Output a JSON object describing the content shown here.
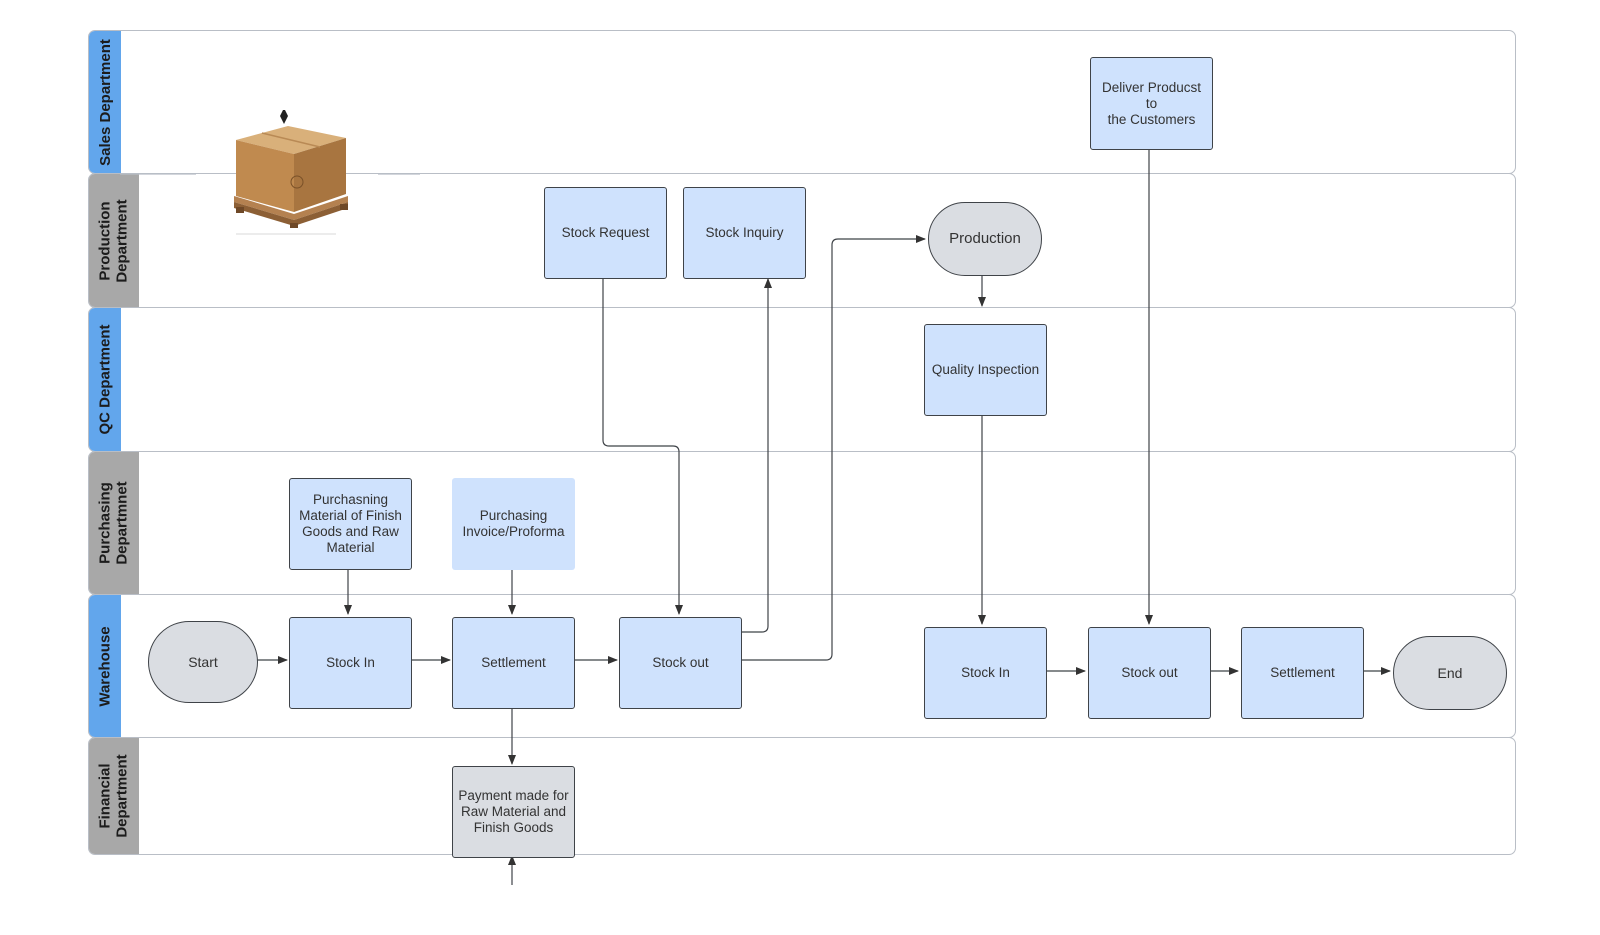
{
  "lanes": [
    {
      "id": "sales",
      "title": "Sales Department"
    },
    {
      "id": "production",
      "title": "Production\nDepartment"
    },
    {
      "id": "qc",
      "title": "QC Department"
    },
    {
      "id": "purchasing",
      "title": "Purchasing\nDepartmnet"
    },
    {
      "id": "warehouse",
      "title": "Warehouse"
    },
    {
      "id": "financial",
      "title": "Financial\nDepartment"
    }
  ],
  "nodes": {
    "deliver": "Deliver Producst to\nthe Customers",
    "stock_request": "Stock Request",
    "stock_inquiry": "Stock Inquiry",
    "production": "Production",
    "quality_inspection": "Quality Inspection",
    "purchasing_material": "Purchasning\nMaterial of Finish\nGoods and Raw\nMaterial",
    "purchasing_invoice": "Purchasing\nInvoice/Proforma",
    "start": "Start",
    "stock_in_1": "Stock In",
    "settlement_1": "Settlement",
    "stock_out_1": "Stock out",
    "stock_in_2": "Stock In",
    "stock_out_2": "Stock out",
    "settlement_2": "Settlement",
    "end": "End",
    "payment": "Payment made for\nRaw Material and\nFinish Goods"
  },
  "colors": {
    "blue_header": "#62a6ec",
    "gray_header": "#a8a8a8",
    "process_fill": "#cfe2fd",
    "terminal_fill": "#dadde2",
    "line": "#3f4348"
  },
  "image": {
    "icon": "cardboard-box-on-pallet"
  }
}
